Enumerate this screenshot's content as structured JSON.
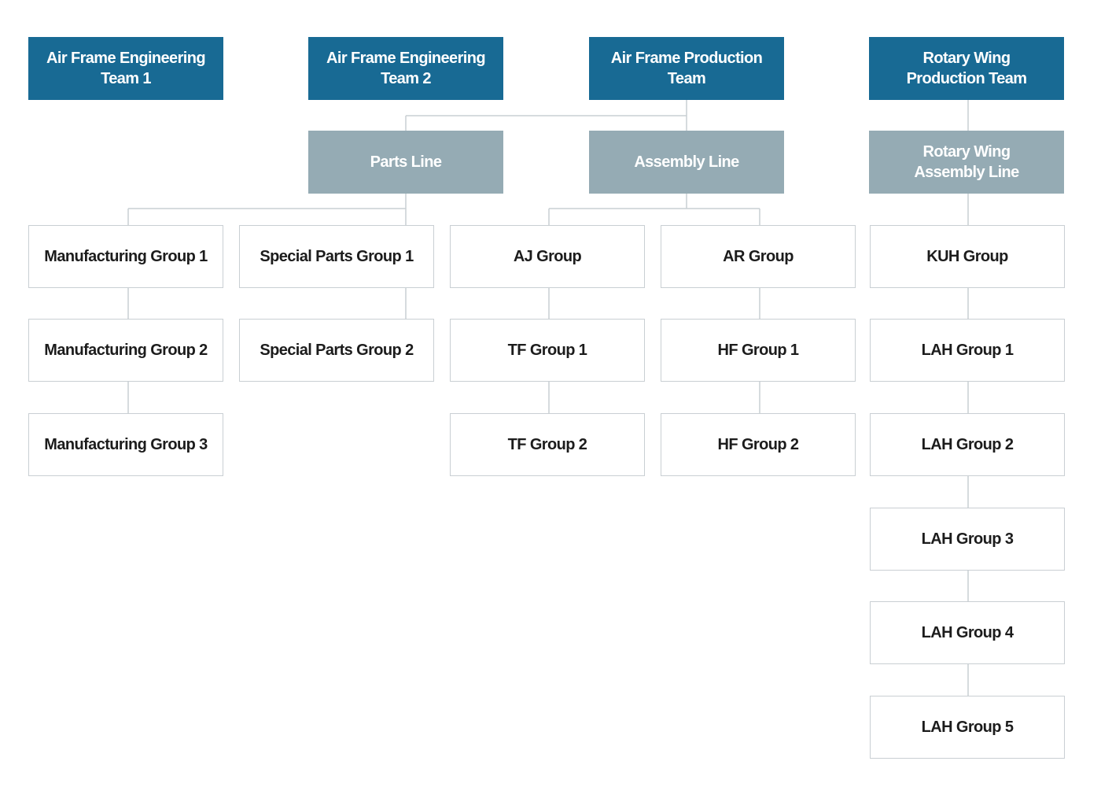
{
  "colors": {
    "team_fill": "#186a94",
    "line_fill": "#95abb4",
    "group_border": "#c9cfd3",
    "group_text": "#1c1c1c",
    "connector": "#c9cfd3"
  },
  "teams": {
    "afe1": "Air Frame Engineering\nTeam 1",
    "afe2": "Air Frame Engineering\nTeam 2",
    "afp": "Air Frame Production\nTeam",
    "rwp": "Rotary Wing\nProduction Team"
  },
  "lines": {
    "parts": "Parts Line",
    "assembly": "Assembly Line",
    "rotary": "Rotary Wing\nAssembly Line"
  },
  "groups": {
    "mfg1": "Manufacturing Group 1",
    "mfg2": "Manufacturing Group 2",
    "mfg3": "Manufacturing Group 3",
    "sp1": "Special Parts Group 1",
    "sp2": "Special Parts Group 2",
    "aj": "AJ Group",
    "tf1": "TF Group 1",
    "tf2": "TF Group 2",
    "ar": "AR Group",
    "hf1": "HF Group 1",
    "hf2": "HF Group 2",
    "kuh": "KUH Group",
    "lah1": "LAH Group 1",
    "lah2": "LAH Group 2",
    "lah3": "LAH Group 3",
    "lah4": "LAH Group 4",
    "lah5": "LAH Group 5"
  }
}
